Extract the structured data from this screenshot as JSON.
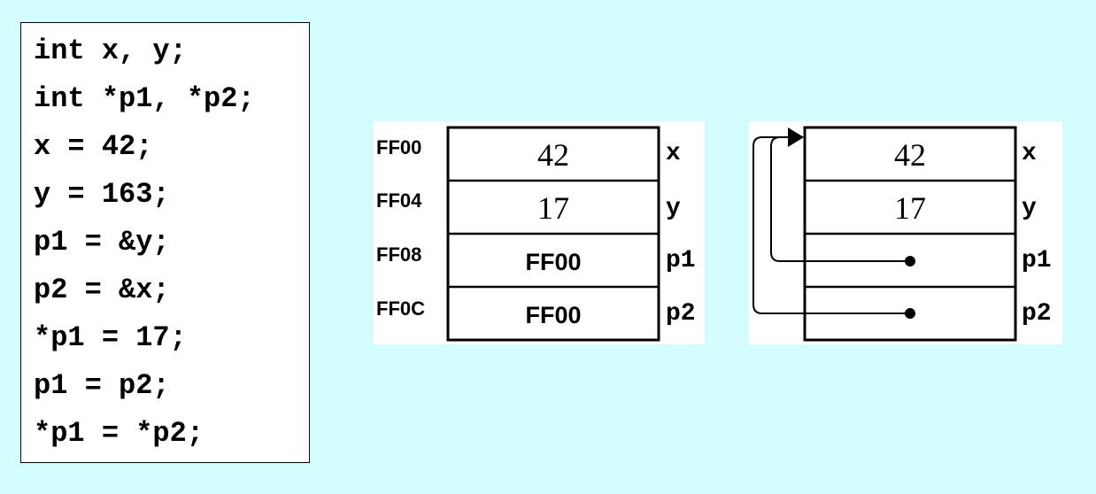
{
  "colors": {
    "background": "#d4fcfe",
    "panel": "#ffffff",
    "ink": "#000000"
  },
  "code": {
    "lines": [
      "int x, y;",
      "int *p1, *p2;",
      "x = 42;",
      "y = 163;",
      "p1 = &y;",
      "p2 = &x;",
      "*p1 = 17;",
      "p1 = p2;",
      "*p1 = *p2;"
    ]
  },
  "memory_table": {
    "rows": [
      {
        "address": "FF00",
        "value": "42",
        "variable": "x"
      },
      {
        "address": "FF04",
        "value": "17",
        "variable": "y"
      },
      {
        "address": "FF08",
        "value": "FF00",
        "variable": "p1"
      },
      {
        "address": "FF0C",
        "value": "FF00",
        "variable": "p2"
      }
    ]
  },
  "pointer_diagram": {
    "rows": [
      {
        "value": "42",
        "variable": "x"
      },
      {
        "value": "17",
        "variable": "y"
      },
      {
        "value": "",
        "variable": "p1",
        "points_to": "x"
      },
      {
        "value": "",
        "variable": "p2",
        "points_to": "x"
      }
    ],
    "arrow_icon": "arrow-head-right-icon",
    "pointer_dot_icon": "pointer-dot-icon"
  }
}
